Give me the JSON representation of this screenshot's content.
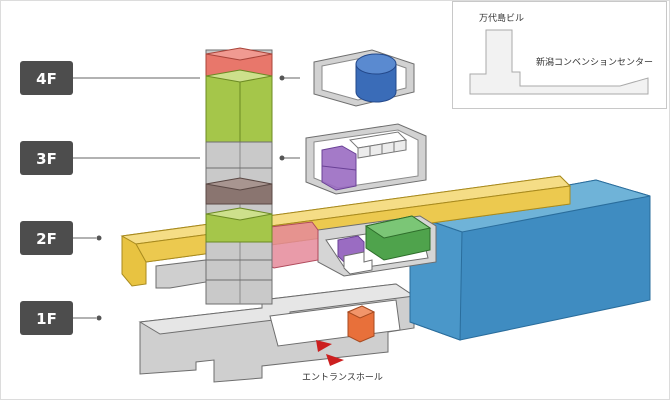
{
  "floors": [
    {
      "label": "4F"
    },
    {
      "label": "3F"
    },
    {
      "label": "2F"
    },
    {
      "label": "1F"
    }
  ],
  "inset": {
    "tower_label": "万代島ビル",
    "center_label": "新潟コンベンションセンター"
  },
  "entrance_label": "エントランスホール",
  "colors": {
    "floor_badge": "#4d4d4d",
    "tower_gray": "#c9c9c9",
    "floor4_red": "#e8776b",
    "floor3_green": "#a5c64a",
    "floor2_brown": "#8a7570",
    "corridor_yellow": "#e8c341",
    "hall_blue": "#3f8cc1",
    "room_purple": "#9a6cc2",
    "block_green": "#4fa34c",
    "orange": "#e8703a",
    "arrow_red": "#cc1f1f",
    "pink": "#e58a9a",
    "cylinder_blue": "#3a6cb8"
  }
}
